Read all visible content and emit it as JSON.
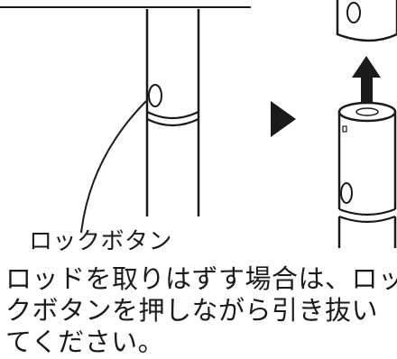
{
  "figure": {
    "callout_label": "ロックボタン",
    "icons": [
      "lock-button-icon",
      "next-step-arrow-icon",
      "pull-up-arrow-icon"
    ]
  },
  "instructions": {
    "lines": [
      "ロッドを取りはずす場合は、ロッ",
      "クボタンを押しながら引き抜い",
      "てください。"
    ]
  }
}
